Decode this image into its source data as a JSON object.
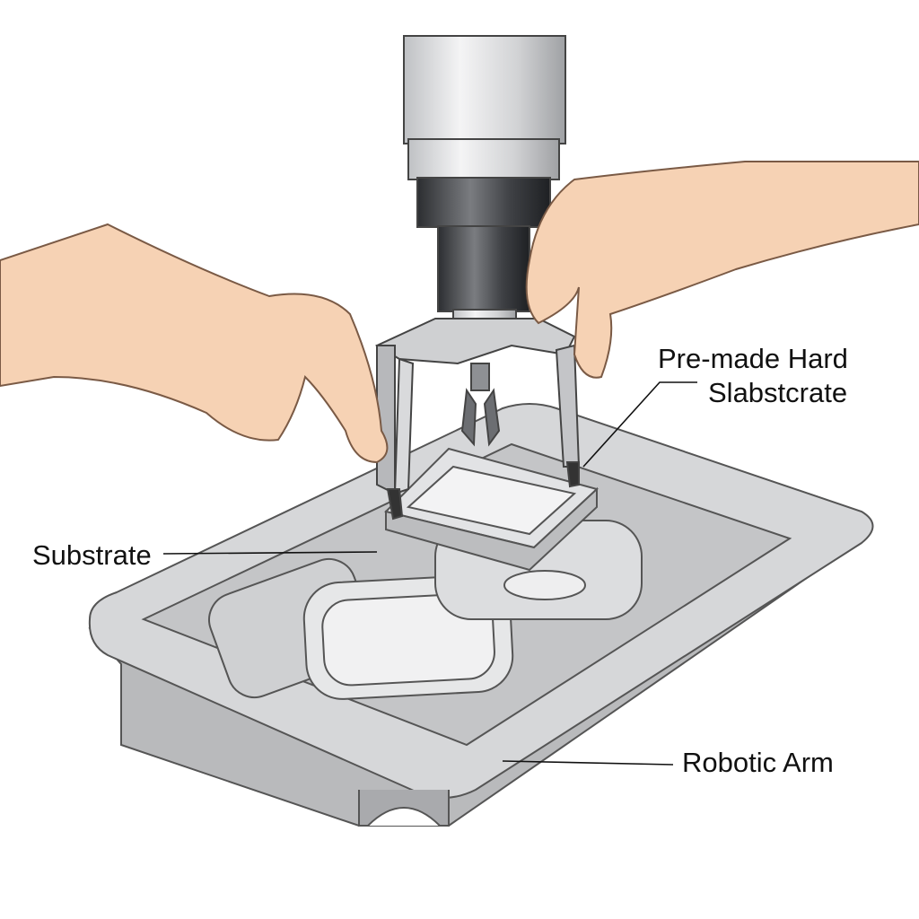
{
  "labels": {
    "premade_line1": "Pre-made Hard",
    "premade_line2": "Slabstcrate",
    "substrate": "Substrate",
    "robotic_arm": "Robotic Arm"
  },
  "colors": {
    "metal": "#c9cacc",
    "metal_dark": "#8e9094",
    "skin": "#f6d2b4",
    "outline": "#555555",
    "spindle_dark": "#3a3c40"
  }
}
